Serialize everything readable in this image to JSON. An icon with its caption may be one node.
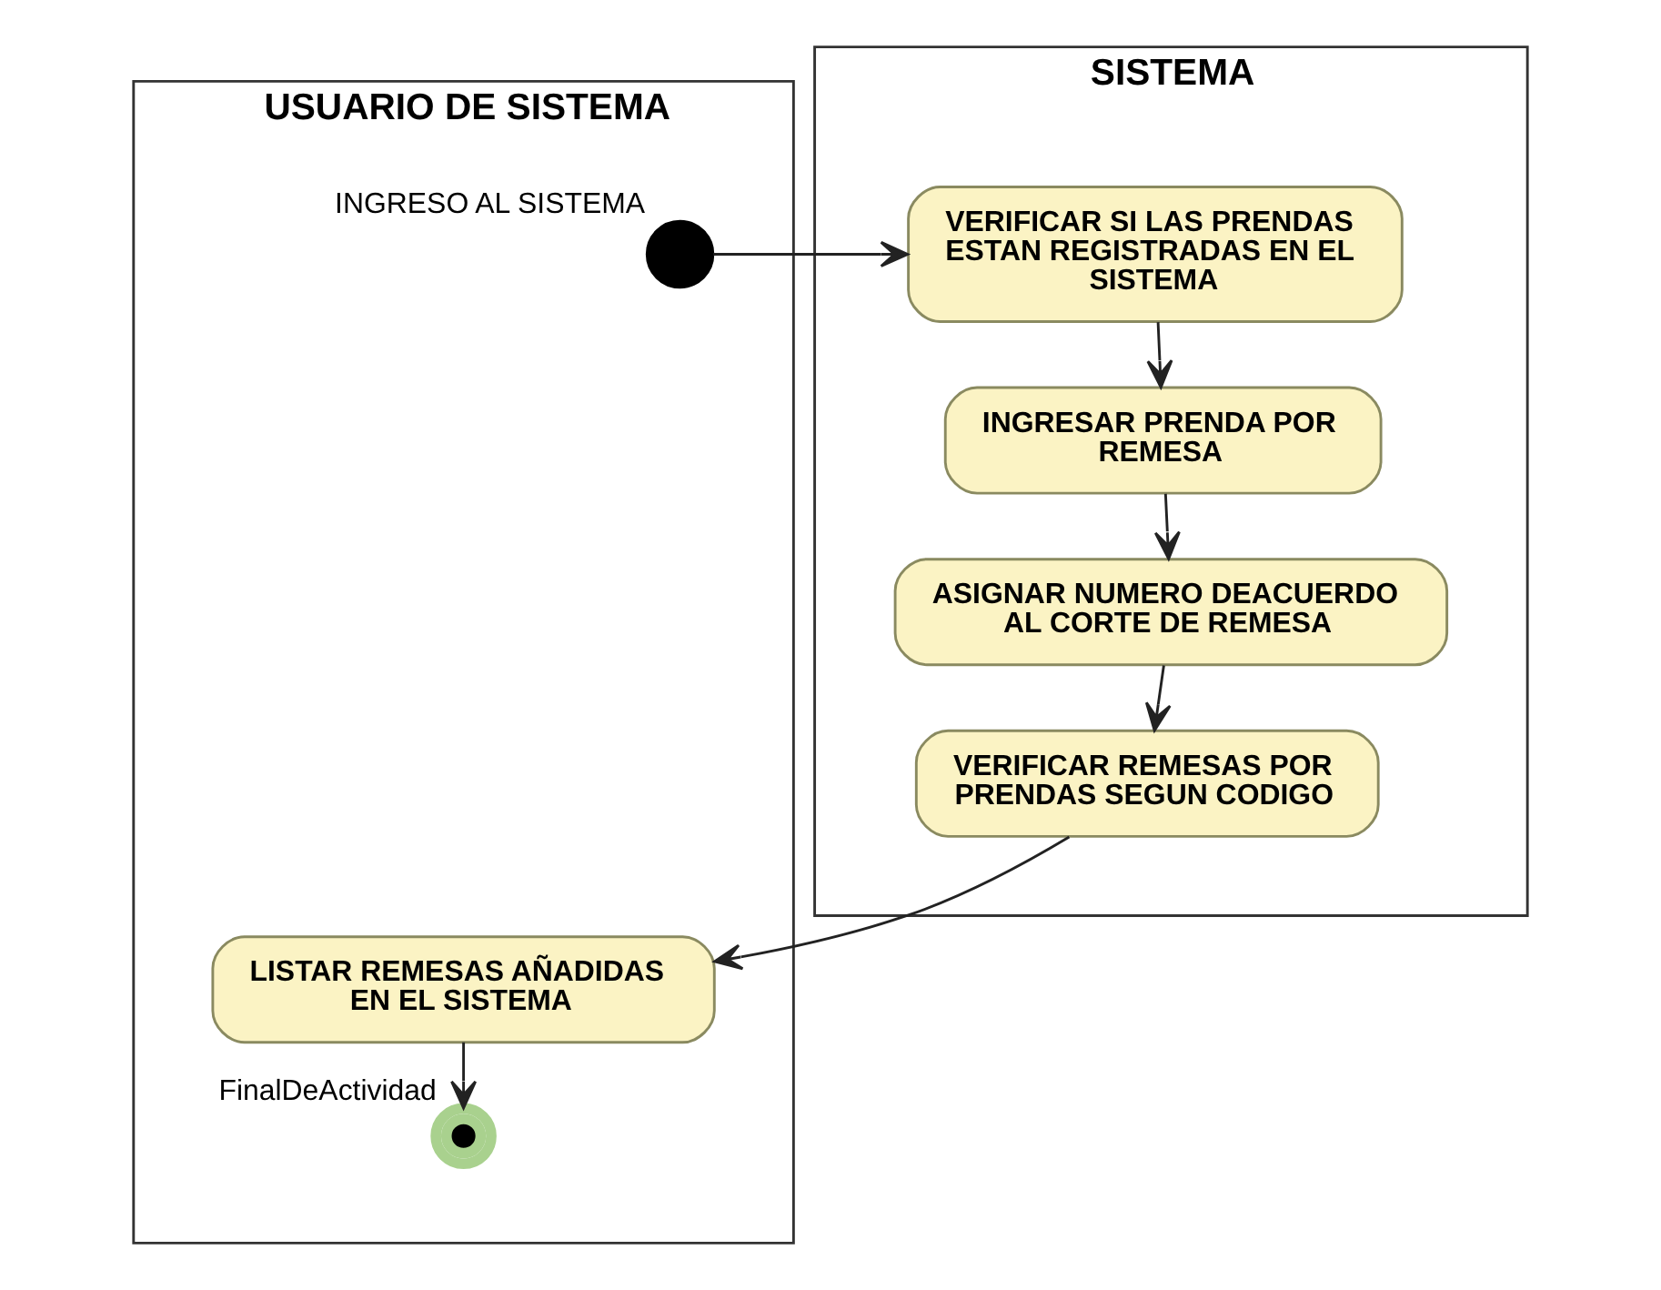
{
  "diagram": {
    "nodes": [
      {
        "text": [
          "USUARIO DE SISTEMA"
        ]
      },
      {
        "text": [
          "SISTEMA"
        ]
      },
      {
        "text": [],
        "shape": "circle",
        "in": 0,
        "beside": [
          "INGRESO AL SISTEMA"
        ]
      },
      {
        "text": [
          "VERIFICAR SI LAS PRENDAS ESTAN REGISTRADAS EN EL SISTEMA"
        ],
        "in": 1
      },
      {
        "text": [
          "INGRESAR PRENDA POR REMESA"
        ],
        "in": 1
      },
      {
        "text": [
          "ASIGNAR NUMERO DEACUERDO AL CORTE DE REMESA"
        ],
        "in": 1
      },
      {
        "text": [
          "VERIFICAR REMESAS POR PRENDAS SEGUN CODIGO"
        ],
        "in": 1
      },
      {
        "text": [
          "LISTAR REMESAS AÑADIDAS EN EL SISTEMA"
        ],
        "in": 0
      },
      {
        "text": [],
        "shape": "circle",
        "in": 0,
        "beside": [
          "FinalDeActividad"
        ]
      }
    ],
    "edges": [
      {
        "from": 2,
        "to": 3,
        "arrow": "to"
      },
      {
        "from": 3,
        "to": 4,
        "arrow": "to"
      },
      {
        "from": 4,
        "to": 5,
        "arrow": "to"
      },
      {
        "from": 5,
        "to": 6,
        "arrow": "to"
      },
      {
        "from": 6,
        "to": 7,
        "arrow": "to"
      },
      {
        "from": 7,
        "to": 8,
        "arrow": "to"
      }
    ]
  }
}
